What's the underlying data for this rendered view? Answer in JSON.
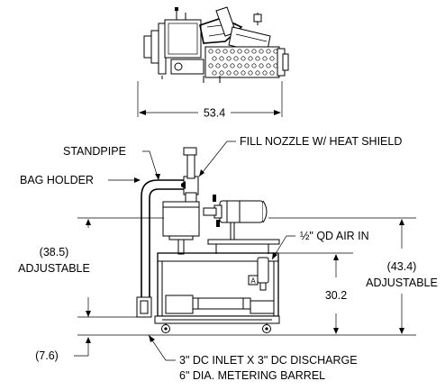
{
  "top_view": {
    "width_dim": "53.4"
  },
  "labels": {
    "standpipe": "STANDPIPE",
    "fill_nozzle": "FILL NOZZLE W/ HEAT SHIELD",
    "bag_holder": "BAG HOLDER",
    "air_in": "½\" QD AIR IN",
    "inlet_discharge": "3\" DC INLET X 3\" DC DISCHARGE",
    "metering_barrel": "6\" DIA. METERING BARREL",
    "marker_a": "A"
  },
  "dimensions": {
    "left_height": "(38.5)",
    "left_adjustable": "ADJUSTABLE",
    "bottom_offset": "(7.6)",
    "middle_height": "30.2",
    "right_height": "(43.4)",
    "right_adjustable": "ADJUSTABLE"
  }
}
